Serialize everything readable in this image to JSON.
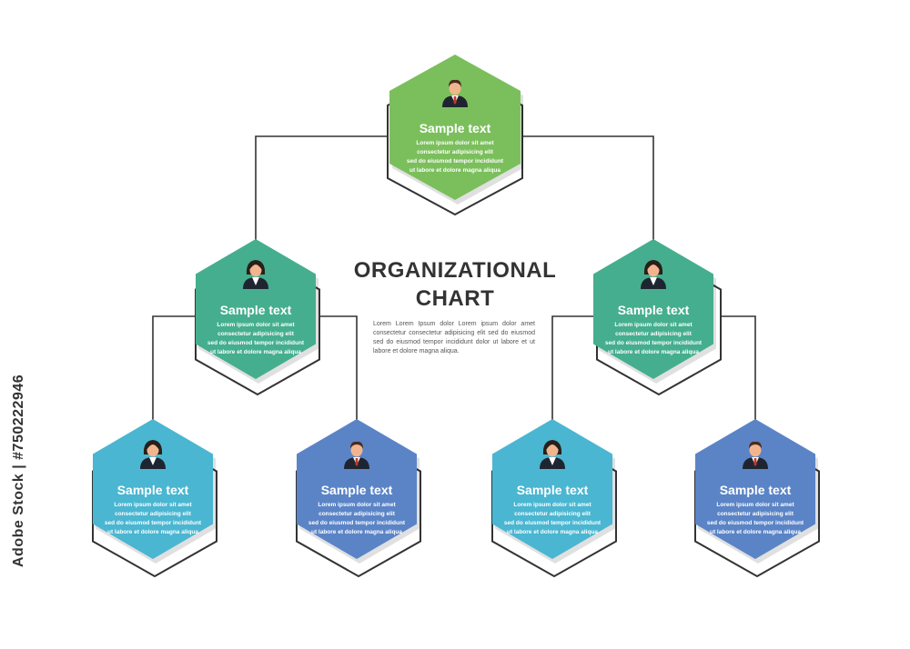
{
  "title": {
    "line1": "ORGANIZATIONAL",
    "line2": "CHART"
  },
  "description": "Lorem Lorem Ipsum dolor Lorem ipsum dolor amet consectetur consectetur adipisicing elit sed do eiusmod sed do eiusmod tempor incididunt dolor ut labore et ut labore et dolore magna aliqua.",
  "watermark": "Adobe Stock | #750222946",
  "colors": {
    "green": "#7bbf5c",
    "teal": "#45ae8e",
    "sky": "#4ab6d1",
    "blue": "#5b84c7",
    "outline": "#333333",
    "connector": "#333333"
  },
  "nodes": [
    {
      "id": "ceo",
      "level": 1,
      "color": "green",
      "avatar": "man",
      "title": "Sample text",
      "lines": [
        "Lorem ipsum dolor sit amet",
        "consectetur adipisicing elit",
        "sed do eiusmod tempor incididunt",
        "ut labore et dolore magna aliqua"
      ]
    },
    {
      "id": "manager-left",
      "level": 2,
      "color": "teal",
      "avatar": "woman",
      "title": "Sample text",
      "lines": [
        "Lorem ipsum dolor sit amet",
        "consectetur adipisicing elit",
        "sed do eiusmod tempor incididunt",
        "ut labore et dolore magna aliqua"
      ]
    },
    {
      "id": "manager-right",
      "level": 2,
      "color": "teal",
      "avatar": "woman",
      "title": "Sample text",
      "lines": [
        "Lorem ipsum dolor sit amet",
        "consectetur adipisicing elit",
        "sed do eiusmod tempor incididunt",
        "ut labore et dolore magna aliqua"
      ]
    },
    {
      "id": "staff-1",
      "level": 3,
      "color": "sky",
      "avatar": "woman",
      "title": "Sample text",
      "lines": [
        "Lorem ipsum dolor sit amet",
        "consectetur adipisicing elit",
        "sed do eiusmod tempor incididunt",
        "ut labore et dolore magna aliqua"
      ]
    },
    {
      "id": "staff-2",
      "level": 3,
      "color": "blue",
      "avatar": "man",
      "title": "Sample text",
      "lines": [
        "Lorem ipsum dolor sit amet",
        "consectetur adipisicing elit",
        "sed do eiusmod tempor incididunt",
        "ut labore et dolore magna aliqua"
      ]
    },
    {
      "id": "staff-3",
      "level": 3,
      "color": "sky",
      "avatar": "woman",
      "title": "Sample text",
      "lines": [
        "Lorem ipsum dolor sit amet",
        "consectetur adipisicing elit",
        "sed do eiusmod tempor incididunt",
        "ut labore et dolore magna aliqua"
      ]
    },
    {
      "id": "staff-4",
      "level": 3,
      "color": "blue",
      "avatar": "man",
      "title": "Sample text",
      "lines": [
        "Lorem ipsum dolor sit amet",
        "consectetur adipisicing elit",
        "sed do eiusmod tempor incididunt",
        "ut labore et dolore magna aliqua"
      ]
    }
  ],
  "edges": [
    [
      "ceo",
      "manager-left"
    ],
    [
      "ceo",
      "manager-right"
    ],
    [
      "manager-left",
      "staff-1"
    ],
    [
      "manager-left",
      "staff-2"
    ],
    [
      "manager-right",
      "staff-3"
    ],
    [
      "manager-right",
      "staff-4"
    ]
  ]
}
